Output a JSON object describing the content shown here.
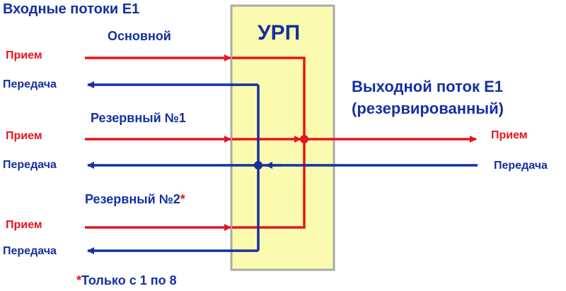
{
  "title_inputs": "Входные потоки  Е1",
  "device_label": "УРП",
  "inputs": [
    {
      "name": "Основной",
      "receive": "Прием",
      "transmit": "Передача"
    },
    {
      "name": "Резервный №1",
      "receive": "Прием",
      "transmit": "Передача"
    },
    {
      "name": "Резервный №2",
      "name_mark": "*",
      "receive": "Прием",
      "transmit": "Передача"
    }
  ],
  "output": {
    "title_line1": "Выходной поток  Е1",
    "title_line2": "(резервированный)",
    "receive": "Прием",
    "transmit": "Передача"
  },
  "footnote": {
    "mark": "*",
    "text": "Только с 1 по 8"
  },
  "colors": {
    "receive": "#e8141e",
    "transmit": "#1430a0",
    "box_fill": "#fbfbb0",
    "box_border": "#aaaaaa"
  }
}
